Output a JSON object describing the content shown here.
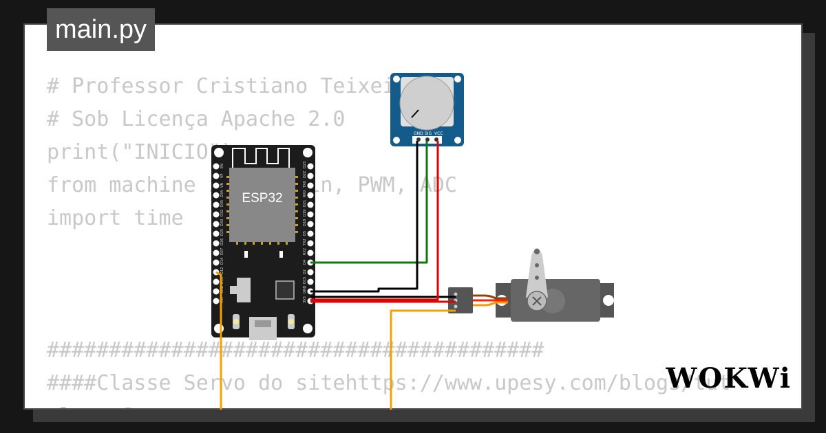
{
  "editor": {
    "filename": "main.py",
    "code_lines": [
      "# Professor Cristiano Teixeira",
      "# Sob Licença Apache 2.0",
      "print(\"INICIO\")",
      "from machine import Pin, PWM, ADC",
      "import time",
      "",
      "",
      "",
      "########################################",
      "####Classe Servo do sitehttps://www.upesy.com/blogs/tut",
      "class Servo:"
    ]
  },
  "board": {
    "chip_label": "ESP32",
    "left_pins": [
      "EN",
      "VP",
      "VN",
      "D34",
      "D35",
      "D32",
      "D33",
      "D25",
      "D26",
      "D27",
      "D14",
      "D12",
      "D13",
      "GND",
      "VIN"
    ],
    "right_pins": [
      "D23",
      "D22",
      "TX0",
      "RX0",
      "D21",
      "D19",
      "D18",
      "D5",
      "TX2",
      "RX2",
      "D4",
      "D2",
      "D15",
      "GND",
      "3V3"
    ]
  },
  "potentiometer": {
    "pin_labels": [
      "GND",
      "SIG",
      "VCC"
    ]
  },
  "logo": {
    "text": "WOKWi"
  },
  "colors": {
    "background": "#161616",
    "card": "#ffffff",
    "code_text": "#c8c8c8",
    "tab": "#555555",
    "pcb": "#1c1c1c",
    "pot_pcb": "#135b8a",
    "servo": "#666666",
    "wire_green": "#0a7a0a",
    "wire_red": "#e00000",
    "wire_black": "#000000",
    "wire_orange": "#f5a000"
  }
}
